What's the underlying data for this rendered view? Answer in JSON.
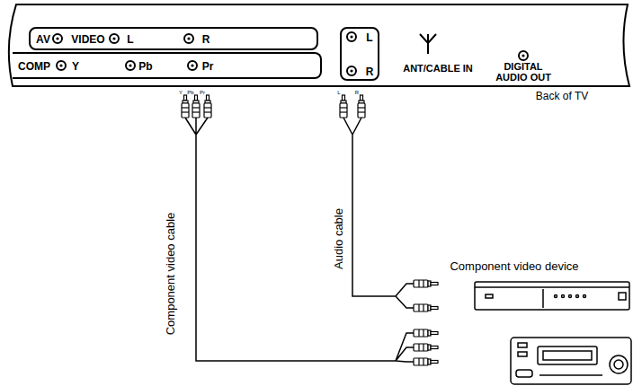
{
  "diagram": {
    "nodes": [
      {
        "text": [
          "AV",
          "VIDEO",
          "L",
          "R"
        ]
      },
      {
        "text": [
          "COMP",
          "Y",
          "Pb",
          "Pr"
        ]
      },
      {
        "text": [
          "L",
          "R"
        ]
      }
    ],
    "labels": [
      "ANT/CABLE IN",
      "DIGITAL AUDIO OUT",
      "Back of TV",
      "Y",
      "Pb",
      "Pr",
      "L",
      "R",
      "Audio cable",
      "Component video cable",
      "Component video device"
    ]
  }
}
